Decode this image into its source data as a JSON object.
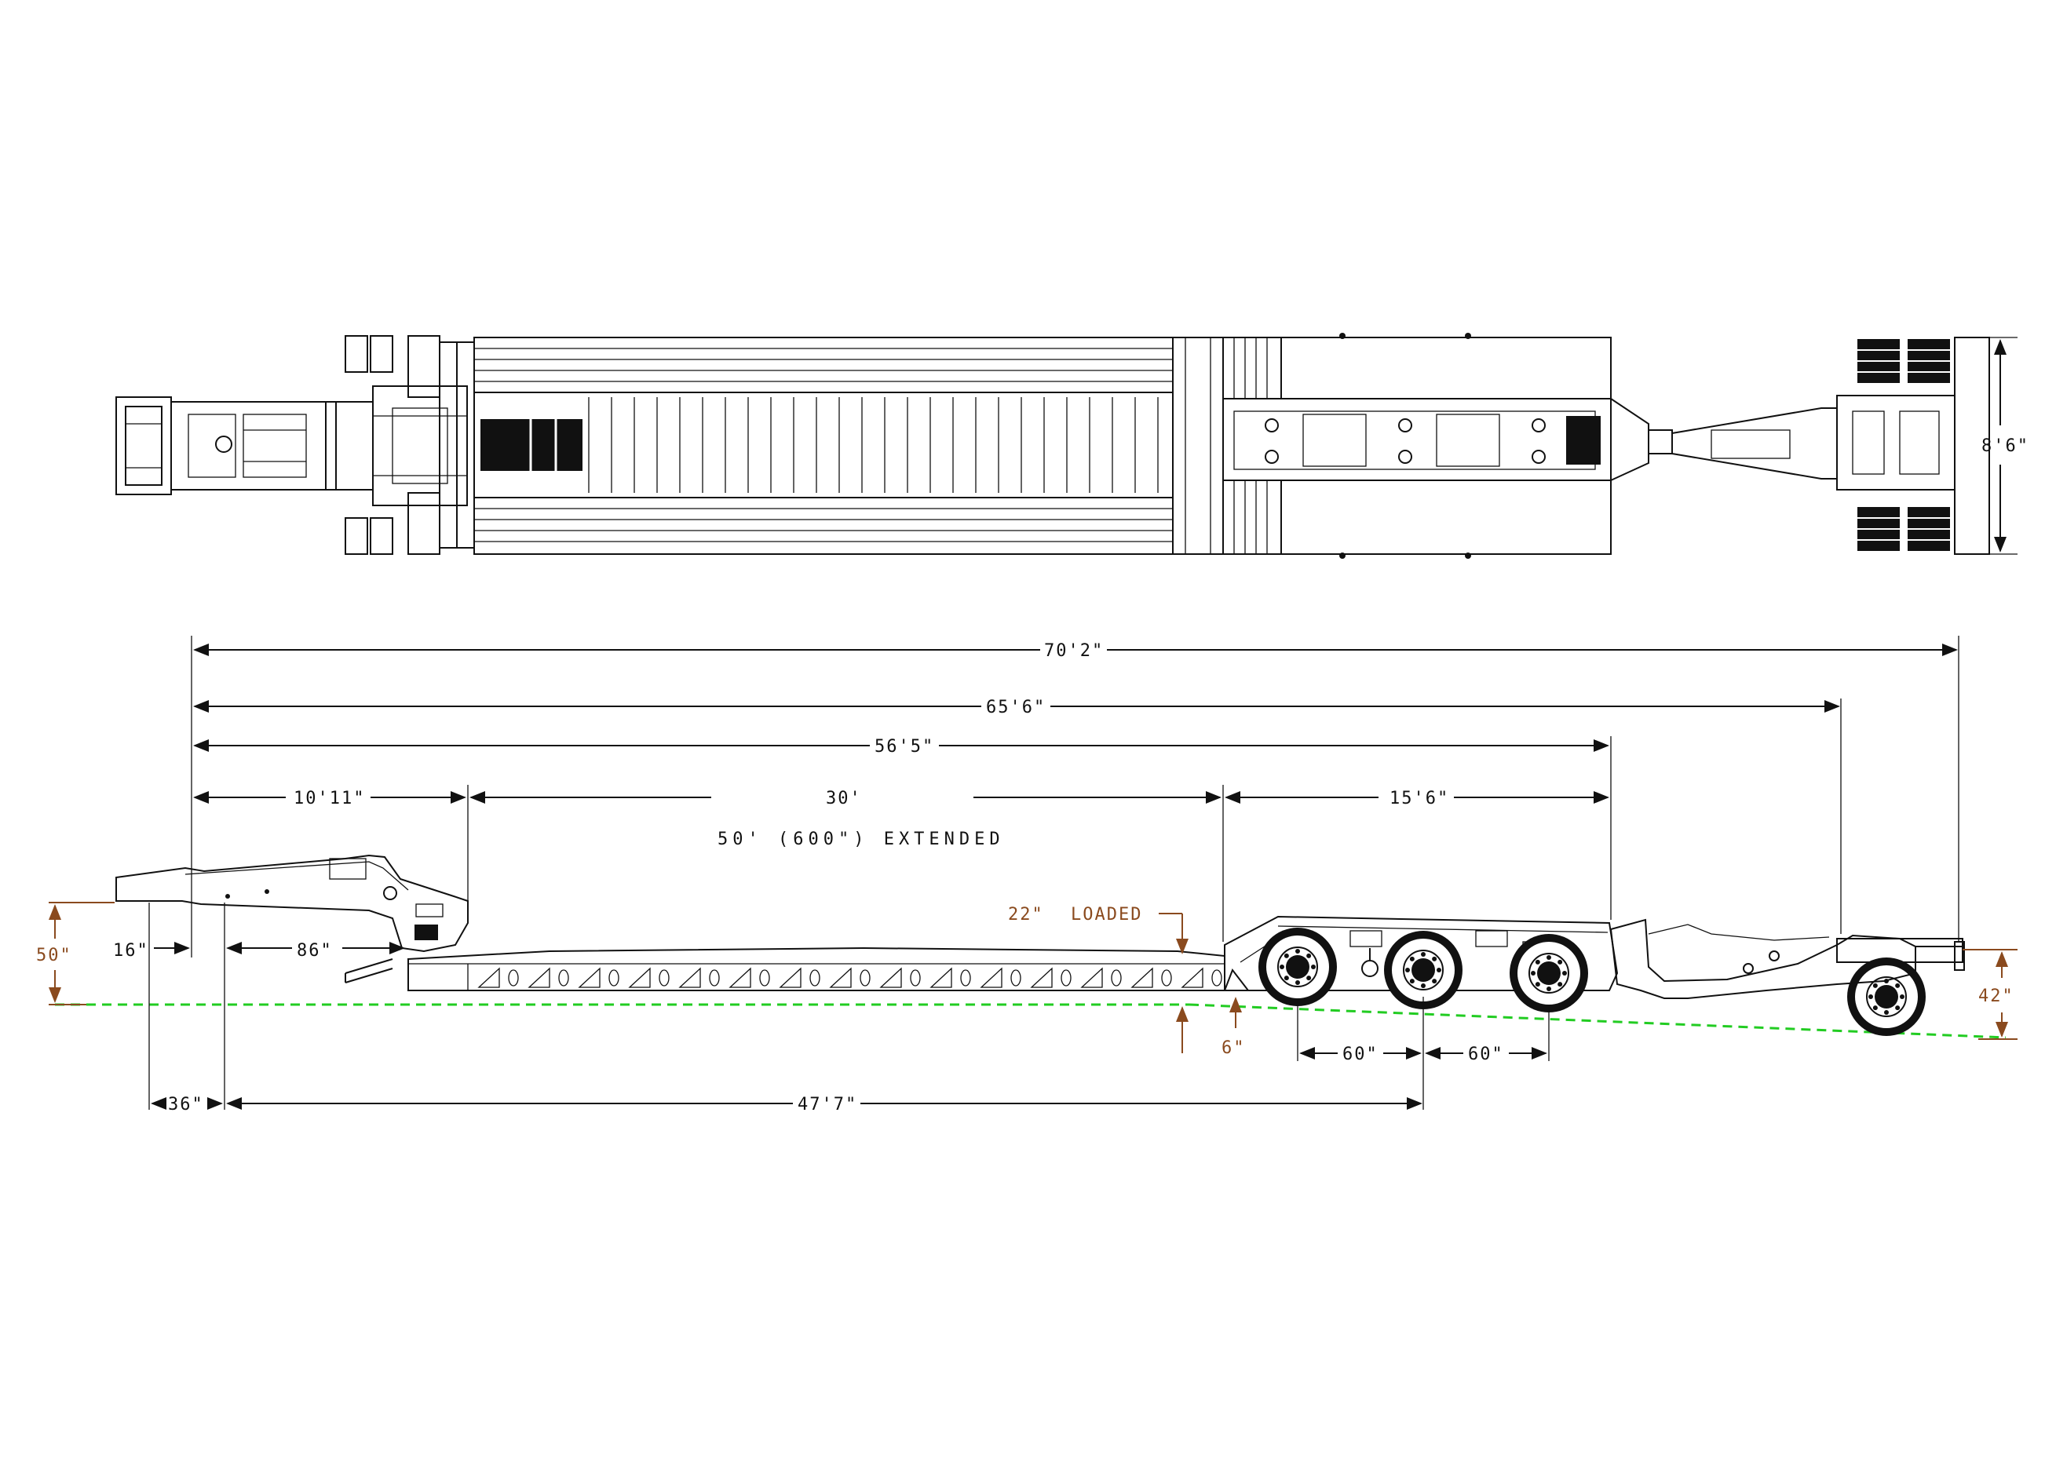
{
  "dimensions": {
    "overall_length": "70'2\"",
    "length_to_rear_wheel": "65'6\"",
    "length_to_axle_group": "56'5\"",
    "gooseneck_length": "10'11\"",
    "deck_length": "30'",
    "extended_note": "50' (600\") EXTENDED",
    "rear_section_length": "15'6\"",
    "overall_width": "8'6\"",
    "swing_clearance": "16\"",
    "kingpin_setting": "86\"",
    "front_overhang": "36\"",
    "kingpin_to_center_axle": "47'7\"",
    "axle_spacing_1": "60\"",
    "axle_spacing_2": "60\""
  },
  "heights": {
    "gooseneck_height": "50\"",
    "deck_height_loaded": "22\"",
    "loaded_label": "LOADED",
    "ground_clearance": "6\"",
    "rear_height": "42\""
  },
  "colors": {
    "line": "#111111",
    "height_dimension": "#8a4a1e",
    "ground_line": "#22cc22",
    "background": "#ffffff"
  }
}
